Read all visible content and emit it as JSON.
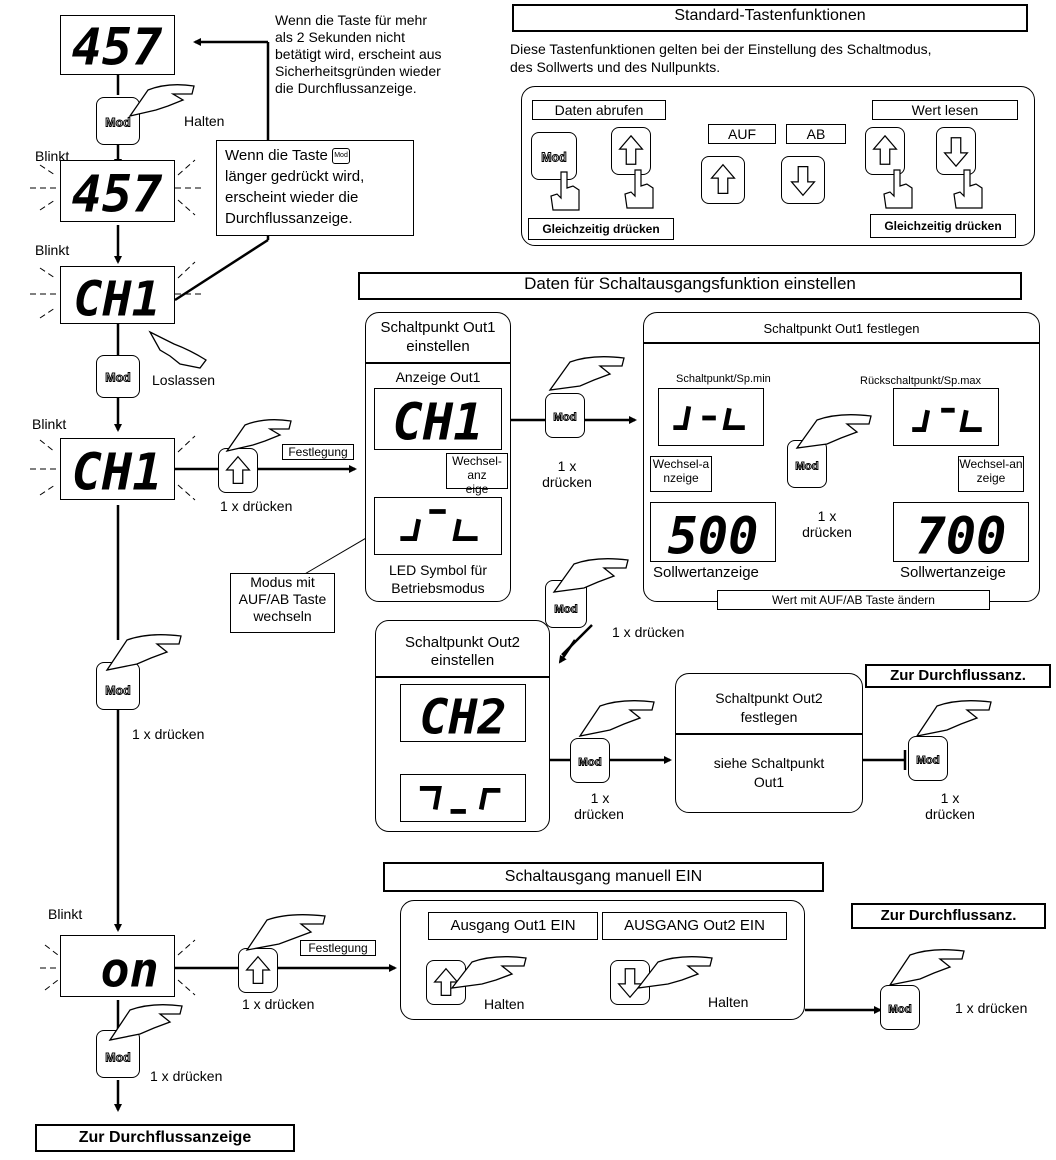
{
  "top_note": [
    "Wenn die Taste für mehr",
    "als 2 Sekunden nicht",
    "betätigt wird, erscheint aus",
    "Sicherheitsgründen wieder",
    "die Durchflussanzeige."
  ],
  "mod_note": [
    "Wenn die Taste",
    "länger gedrückt wird,",
    "erscheint wieder die",
    "Durchflussanzeige."
  ],
  "left_flow": {
    "display_1": "457",
    "key_mod": "Mod",
    "halten": "Halten",
    "blinkt": "Blinkt",
    "display_ch1": "CH1",
    "loslassen": "Loslassen",
    "festlegung": "Festlegung",
    "press_once": "1 x drücken",
    "display_on": "on",
    "to_flow_display": "Zur Durchflussanzeige"
  },
  "standard": {
    "title": "Standard-Tastenfunktionen",
    "desc": [
      "Diese Tastenfunktionen gelten bei der Einstellung des Schaltmodus,",
      "des Sollwerts und des Nullpunkts."
    ],
    "daten_abrufen": "Daten abrufen",
    "auf": "AUF",
    "ab": "AB",
    "wert_lesen": "Wert lesen",
    "gleichzeitig": "Gleichzeitig drücken"
  },
  "switch_data": {
    "title": "Daten für Schaltausgangsfunktion einstellen",
    "out1_set_title": [
      "Schaltpunkt Out1",
      "einstellen"
    ],
    "anzeige_out1": "Anzeige Out1",
    "wechsel_anzeige_a": [
      "Wechsel-anz",
      "eige"
    ],
    "led_symbol": [
      "LED Symbol für",
      "Betriebsmodus"
    ],
    "modus_note": [
      "Modus mit",
      "AUF/AB Taste",
      "wechseln"
    ],
    "press_once_split": [
      "1 x",
      "drücken"
    ],
    "out1_fix_title": "Schaltpunkt Out1 festlegen",
    "schaltpunkt_min": "Schaltpunkt/Sp.min",
    "rueckschalt_max": "Rückschaltpunkt/Sp.max",
    "wechsel_anzeige_b": [
      "Wechsel-a",
      "nzeige"
    ],
    "wechsel_anzeige_c": [
      "Wechsel-an",
      "zeige"
    ],
    "value_500": "500",
    "value_700": "700",
    "sollwert": "Sollwertanzeige",
    "wert_aendern": "Wert mit AUF/AB Taste ändern",
    "out2_set_title": [
      "Schaltpunkt Out2",
      "einstellen"
    ],
    "display_ch2": "CH2",
    "out2_fix_title": [
      "Schaltpunkt Out2",
      "festlegen"
    ],
    "siehe": [
      "siehe Schaltpunkt",
      "Out1"
    ],
    "zur_durchfluss": "Zur Durchflussanz."
  },
  "manual": {
    "title": "Schaltausgang manuell EIN",
    "out1_on": "Ausgang Out1 EIN",
    "out2_on": "AUSGANG Out2 EIN",
    "halten": "Halten"
  }
}
